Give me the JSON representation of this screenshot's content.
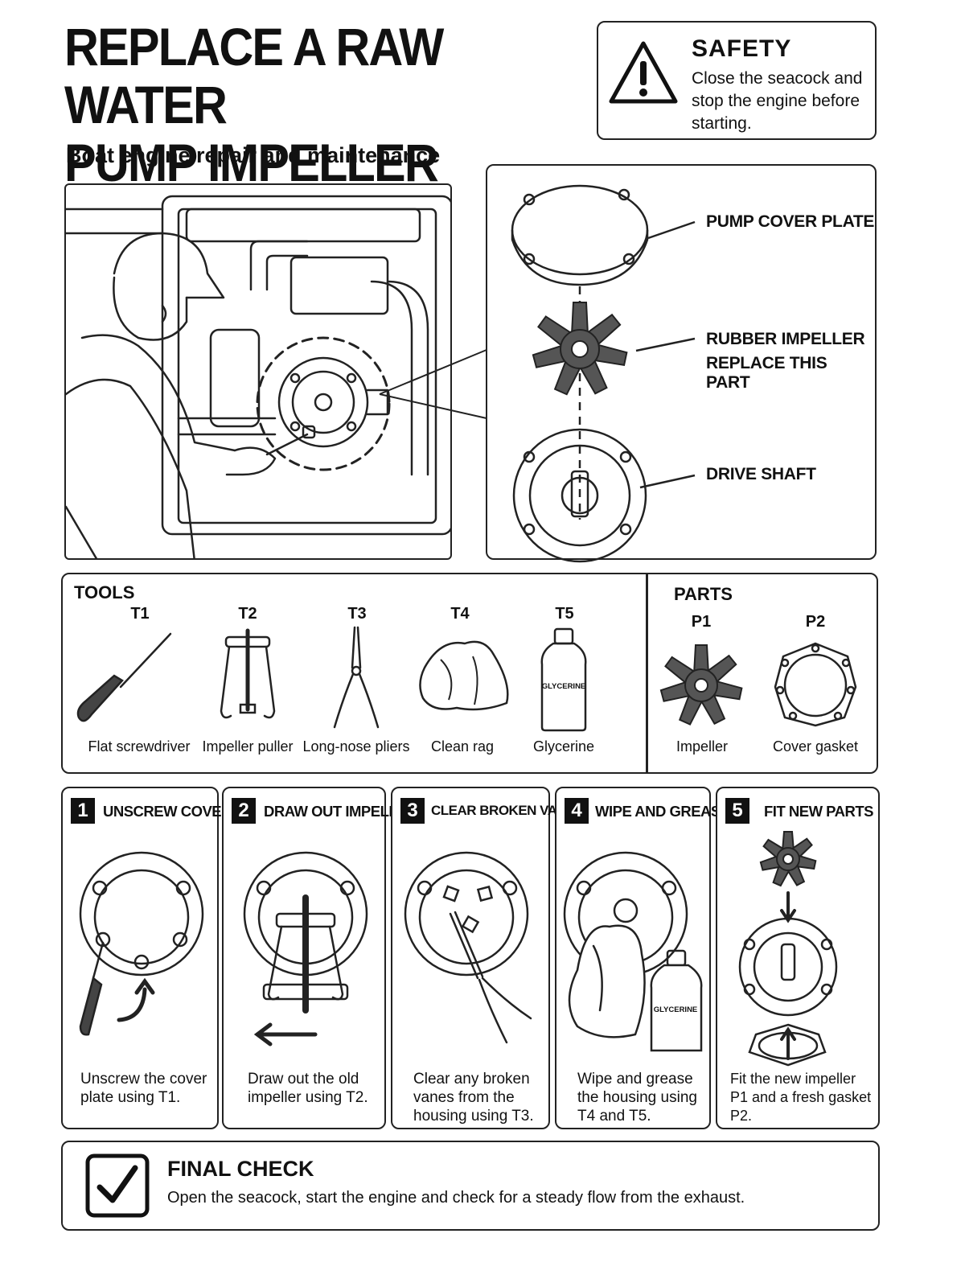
{
  "header": {
    "title_line1": "REPLACE A RAW WATER",
    "title_line2": "PUMP IMPELLER",
    "subtitle": "Boat engine repair and maintenance"
  },
  "safety": {
    "heading": "SAFETY",
    "text": "Close the seacock and stop the engine before starting.",
    "icon": "warning-triangle-icon"
  },
  "exploded_view": {
    "callouts": [
      {
        "label": "PUMP COVER PLATE"
      },
      {
        "label": "RUBBER IMPELLER",
        "emphasis": "REPLACE THIS PART"
      },
      {
        "label": "DRIVE SHAFT"
      }
    ]
  },
  "tools": {
    "heading": "TOOLS",
    "items": [
      {
        "code": "T1",
        "label": "Flat screwdriver",
        "icon": "screwdriver-icon"
      },
      {
        "code": "T2",
        "label": "Impeller puller",
        "icon": "puller-icon"
      },
      {
        "code": "T3",
        "label": "Long-nose pliers",
        "icon": "pliers-icon"
      },
      {
        "code": "T4",
        "label": "Clean rag",
        "icon": "rag-icon"
      },
      {
        "code": "T5",
        "label": "Glycerine",
        "icon": "bottle-icon",
        "bottle_label": "GLYCERINE"
      }
    ]
  },
  "parts": {
    "heading": "PARTS",
    "items": [
      {
        "code": "P1",
        "label": "Impeller",
        "icon": "impeller-icon"
      },
      {
        "code": "P2",
        "label": "Cover gasket",
        "icon": "gasket-icon"
      }
    ]
  },
  "steps": [
    {
      "number": "1",
      "title": "UNSCREW COVER",
      "text": "Unscrew the cover plate using T1."
    },
    {
      "number": "2",
      "title": "DRAW OUT IMPELLER",
      "text": "Draw out the old impeller using T2."
    },
    {
      "number": "3",
      "title": "CLEAR BROKEN VANES",
      "text": "Clear any broken vanes from the housing using T3."
    },
    {
      "number": "4",
      "title": "WIPE AND GREASE",
      "text": "Wipe and grease the housing using T4 and T5.",
      "bottle_label": "GLYCERINE"
    },
    {
      "number": "5",
      "title": "FIT NEW PARTS",
      "text": "Fit the new impeller P1 and a fresh gasket P2."
    }
  ],
  "final_check": {
    "heading": "FINAL CHECK",
    "text": "Open the seacock, start the engine and check for a steady flow from the exhaust.",
    "icon": "checkmark-icon"
  }
}
